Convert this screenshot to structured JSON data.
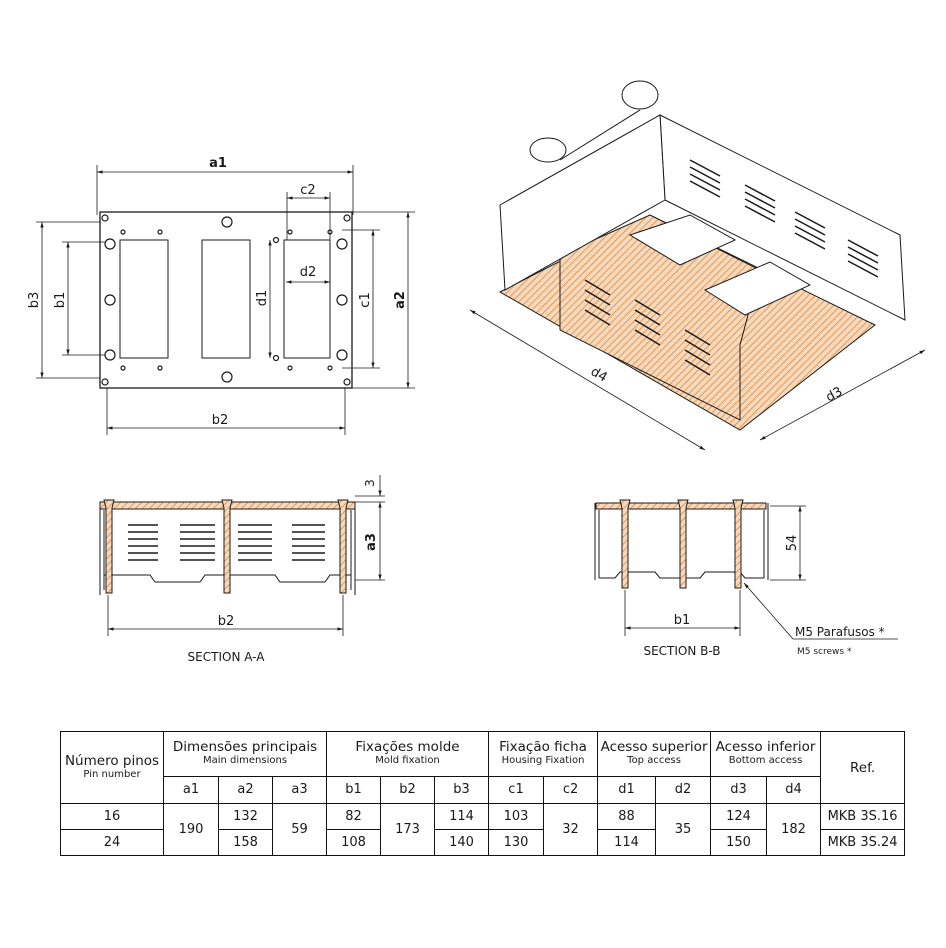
{
  "drawing": {
    "top_view": {
      "a1": "a1",
      "a2": "a2",
      "b1": "b1",
      "b2": "b2",
      "b3": "b3",
      "c1": "c1",
      "c2": "c2",
      "d1": "d1",
      "d2": "d2"
    },
    "iso_view": {
      "d3": "d3",
      "d4": "d4"
    },
    "section_a": {
      "title": "SECTION A-A",
      "a3": "a3",
      "top_thickness": "3",
      "b2": "b2"
    },
    "section_b": {
      "title": "SECTION B-B",
      "height": "54",
      "b1": "b1",
      "screw_label_pt": "M5 Parafusos *",
      "screw_label_en": "M5 screws *"
    },
    "colors": {
      "line": "#1a1a1a",
      "hatch": "#e0883a",
      "fill": "#f6d9bd"
    }
  },
  "table": {
    "groups": [
      {
        "pt": "Número pinos",
        "en": "Pin number"
      },
      {
        "pt": "Dimensões principais",
        "en": "Main dimensions"
      },
      {
        "pt": "Fixações molde",
        "en": "Mold fixation"
      },
      {
        "pt": "Fixação ficha",
        "en": "Housing Fixation"
      },
      {
        "pt": "Acesso superior",
        "en": "Top access"
      },
      {
        "pt": "Acesso inferior",
        "en": "Bottom access"
      },
      {
        "pt": "Ref."
      }
    ],
    "columns": [
      "a1",
      "a2",
      "a3",
      "b1",
      "b2",
      "b3",
      "c1",
      "c2",
      "d1",
      "d2",
      "d3",
      "d4"
    ],
    "rows": [
      {
        "pins": "16",
        "a2": "132",
        "b1": "82",
        "b3": "114",
        "c1": "103",
        "d1": "88",
        "d3": "124",
        "ref": "MKB 3S.16"
      },
      {
        "pins": "24",
        "a2": "158",
        "b1": "108",
        "b3": "140",
        "c1": "130",
        "d1": "114",
        "d3": "150",
        "ref": "MKB 3S.24"
      }
    ],
    "shared": {
      "a1": "190",
      "a3": "59",
      "b2": "173",
      "c2": "32",
      "d2": "35",
      "d4": "182"
    }
  }
}
